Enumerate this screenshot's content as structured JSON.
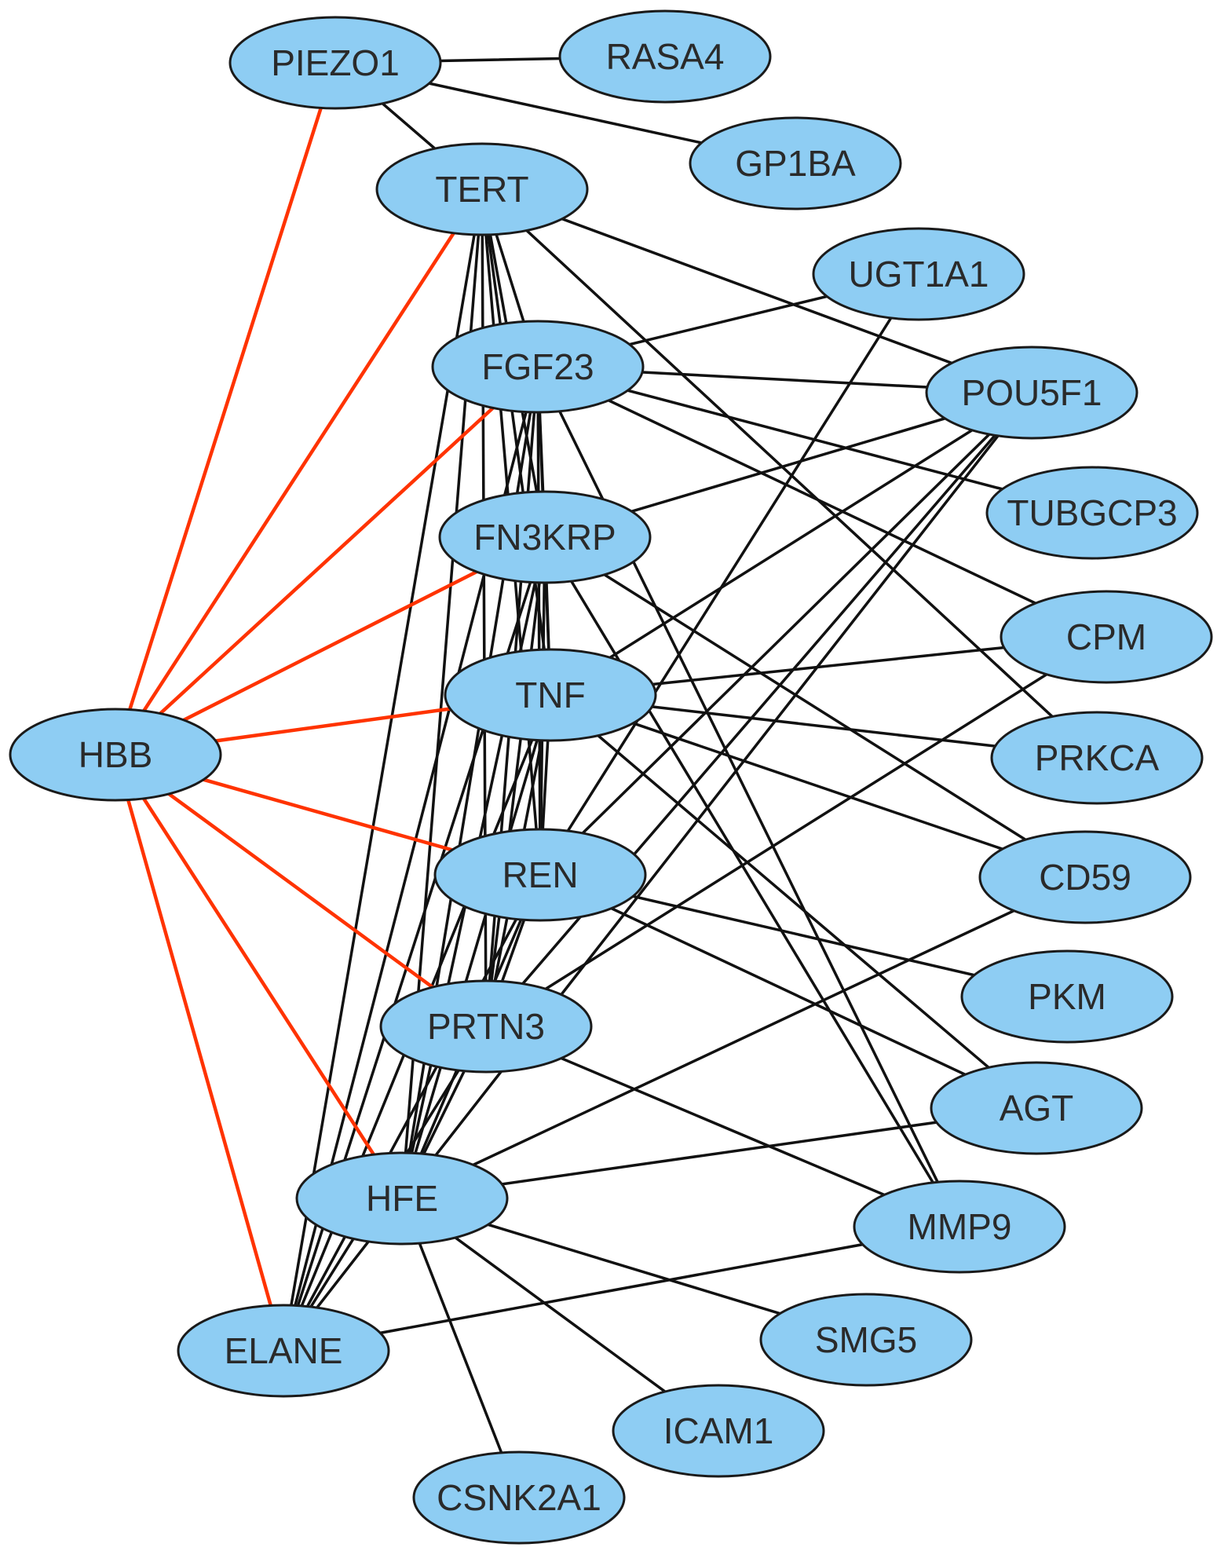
{
  "diagram": {
    "colors": {
      "node_fill": "#8ecdf3",
      "node_stroke": "#1a1a1a",
      "edge_default": "#111111",
      "edge_highlight": "#ff3300",
      "label": "#2a2a2a"
    },
    "nodes": [
      {
        "id": "PIEZO1",
        "label": "PIEZO1"
      },
      {
        "id": "RASA4",
        "label": "RASA4"
      },
      {
        "id": "GP1BA",
        "label": "GP1BA"
      },
      {
        "id": "TERT",
        "label": "TERT"
      },
      {
        "id": "UGT1A1",
        "label": "UGT1A1"
      },
      {
        "id": "FGF23",
        "label": "FGF23"
      },
      {
        "id": "POU5F1",
        "label": "POU5F1"
      },
      {
        "id": "TUBGCP3",
        "label": "TUBGCP3"
      },
      {
        "id": "FN3KRP",
        "label": "FN3KRP"
      },
      {
        "id": "CPM",
        "label": "CPM"
      },
      {
        "id": "TNF",
        "label": "TNF"
      },
      {
        "id": "HBB",
        "label": "HBB"
      },
      {
        "id": "PRKCA",
        "label": "PRKCA"
      },
      {
        "id": "REN",
        "label": "REN"
      },
      {
        "id": "CD59",
        "label": "CD59"
      },
      {
        "id": "PKM",
        "label": "PKM"
      },
      {
        "id": "PRTN3",
        "label": "PRTN3"
      },
      {
        "id": "AGT",
        "label": "AGT"
      },
      {
        "id": "HFE",
        "label": "HFE"
      },
      {
        "id": "MMP9",
        "label": "MMP9"
      },
      {
        "id": "SMG5",
        "label": "SMG5"
      },
      {
        "id": "ELANE",
        "label": "ELANE"
      },
      {
        "id": "ICAM1",
        "label": "ICAM1"
      },
      {
        "id": "CSNK2A1",
        "label": "CSNK2A1"
      }
    ],
    "edges": [
      {
        "source": "HBB",
        "target": "PIEZO1",
        "highlight": true
      },
      {
        "source": "HBB",
        "target": "TERT",
        "highlight": true
      },
      {
        "source": "HBB",
        "target": "FGF23",
        "highlight": true
      },
      {
        "source": "HBB",
        "target": "FN3KRP",
        "highlight": true
      },
      {
        "source": "HBB",
        "target": "TNF",
        "highlight": true
      },
      {
        "source": "HBB",
        "target": "REN",
        "highlight": true
      },
      {
        "source": "HBB",
        "target": "PRTN3",
        "highlight": true
      },
      {
        "source": "HBB",
        "target": "HFE",
        "highlight": true
      },
      {
        "source": "HBB",
        "target": "ELANE",
        "highlight": true
      },
      {
        "source": "PIEZO1",
        "target": "RASA4",
        "highlight": false
      },
      {
        "source": "PIEZO1",
        "target": "GP1BA",
        "highlight": false
      },
      {
        "source": "PIEZO1",
        "target": "TERT",
        "highlight": false
      },
      {
        "source": "TERT",
        "target": "FGF23",
        "highlight": false
      },
      {
        "source": "TERT",
        "target": "FN3KRP",
        "highlight": false
      },
      {
        "source": "TERT",
        "target": "TNF",
        "highlight": false
      },
      {
        "source": "TERT",
        "target": "REN",
        "highlight": false
      },
      {
        "source": "TERT",
        "target": "PRTN3",
        "highlight": false
      },
      {
        "source": "TERT",
        "target": "HFE",
        "highlight": false
      },
      {
        "source": "TERT",
        "target": "ELANE",
        "highlight": false
      },
      {
        "source": "TERT",
        "target": "POU5F1",
        "highlight": false
      },
      {
        "source": "TERT",
        "target": "PRKCA",
        "highlight": false
      },
      {
        "source": "FGF23",
        "target": "FN3KRP",
        "highlight": false
      },
      {
        "source": "FGF23",
        "target": "TNF",
        "highlight": false
      },
      {
        "source": "FGF23",
        "target": "REN",
        "highlight": false
      },
      {
        "source": "FGF23",
        "target": "PRTN3",
        "highlight": false
      },
      {
        "source": "FGF23",
        "target": "HFE",
        "highlight": false
      },
      {
        "source": "FGF23",
        "target": "ELANE",
        "highlight": false
      },
      {
        "source": "FGF23",
        "target": "UGT1A1",
        "highlight": false
      },
      {
        "source": "FGF23",
        "target": "POU5F1",
        "highlight": false
      },
      {
        "source": "FGF23",
        "target": "TUBGCP3",
        "highlight": false
      },
      {
        "source": "FGF23",
        "target": "CPM",
        "highlight": false
      },
      {
        "source": "FGF23",
        "target": "MMP9",
        "highlight": false
      },
      {
        "source": "FN3KRP",
        "target": "TNF",
        "highlight": false
      },
      {
        "source": "FN3KRP",
        "target": "REN",
        "highlight": false
      },
      {
        "source": "FN3KRP",
        "target": "PRTN3",
        "highlight": false
      },
      {
        "source": "FN3KRP",
        "target": "HFE",
        "highlight": false
      },
      {
        "source": "FN3KRP",
        "target": "ELANE",
        "highlight": false
      },
      {
        "source": "FN3KRP",
        "target": "POU5F1",
        "highlight": false
      },
      {
        "source": "FN3KRP",
        "target": "MMP9",
        "highlight": false
      },
      {
        "source": "FN3KRP",
        "target": "CD59",
        "highlight": false
      },
      {
        "source": "TNF",
        "target": "REN",
        "highlight": false
      },
      {
        "source": "TNF",
        "target": "PRTN3",
        "highlight": false
      },
      {
        "source": "TNF",
        "target": "HFE",
        "highlight": false
      },
      {
        "source": "TNF",
        "target": "ELANE",
        "highlight": false
      },
      {
        "source": "TNF",
        "target": "POU5F1",
        "highlight": false
      },
      {
        "source": "TNF",
        "target": "CPM",
        "highlight": false
      },
      {
        "source": "TNF",
        "target": "PRKCA",
        "highlight": false
      },
      {
        "source": "TNF",
        "target": "CD59",
        "highlight": false
      },
      {
        "source": "TNF",
        "target": "AGT",
        "highlight": false
      },
      {
        "source": "REN",
        "target": "PRTN3",
        "highlight": false
      },
      {
        "source": "REN",
        "target": "HFE",
        "highlight": false
      },
      {
        "source": "REN",
        "target": "ELANE",
        "highlight": false
      },
      {
        "source": "REN",
        "target": "POU5F1",
        "highlight": false
      },
      {
        "source": "REN",
        "target": "UGT1A1",
        "highlight": false
      },
      {
        "source": "REN",
        "target": "PKM",
        "highlight": false
      },
      {
        "source": "REN",
        "target": "AGT",
        "highlight": false
      },
      {
        "source": "PRTN3",
        "target": "HFE",
        "highlight": false
      },
      {
        "source": "PRTN3",
        "target": "ELANE",
        "highlight": false
      },
      {
        "source": "PRTN3",
        "target": "POU5F1",
        "highlight": false
      },
      {
        "source": "PRTN3",
        "target": "CPM",
        "highlight": false
      },
      {
        "source": "PRTN3",
        "target": "MMP9",
        "highlight": false
      },
      {
        "source": "HFE",
        "target": "ELANE",
        "highlight": false
      },
      {
        "source": "HFE",
        "target": "POU5F1",
        "highlight": false
      },
      {
        "source": "HFE",
        "target": "CD59",
        "highlight": false
      },
      {
        "source": "HFE",
        "target": "AGT",
        "highlight": false
      },
      {
        "source": "HFE",
        "target": "SMG5",
        "highlight": false
      },
      {
        "source": "HFE",
        "target": "ICAM1",
        "highlight": false
      },
      {
        "source": "HFE",
        "target": "CSNK2A1",
        "highlight": false
      },
      {
        "source": "ELANE",
        "target": "MMP9",
        "highlight": false
      }
    ]
  }
}
